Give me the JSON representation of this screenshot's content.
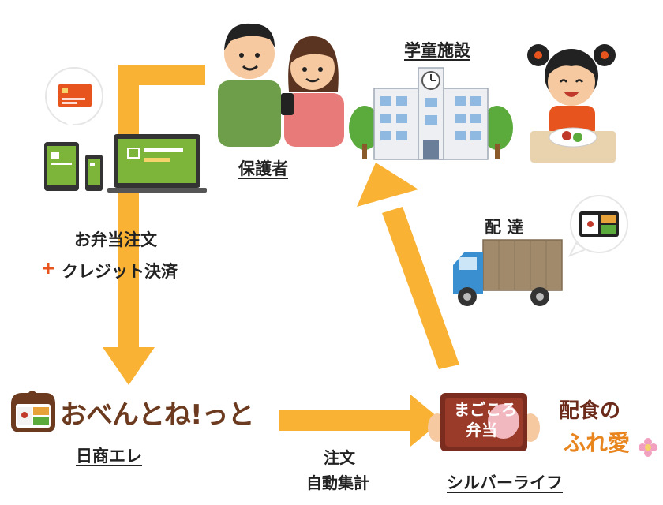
{
  "labels": {
    "guardian": "保護者",
    "facility": "学童施設",
    "delivery": "配 達",
    "order_line1": "お弁当注文",
    "order_plus": "+",
    "order_line2": "クレジット決済",
    "company": "日商エレ",
    "aggregate_line1": "注文",
    "aggregate_line2": "自動集計",
    "silverlife": "シルバーライフ"
  },
  "logos": {
    "obentone": "おべんとね!っと",
    "bento_brand_line1": "まごころ",
    "bento_brand_line2": "弁当",
    "haishoku_line1": "配食の",
    "haishoku_line2": "ふれ愛"
  },
  "colors": {
    "arrow": "#F9B233",
    "plus": "#E8541E",
    "device_green": "#7DB53A",
    "text": "#222222"
  }
}
